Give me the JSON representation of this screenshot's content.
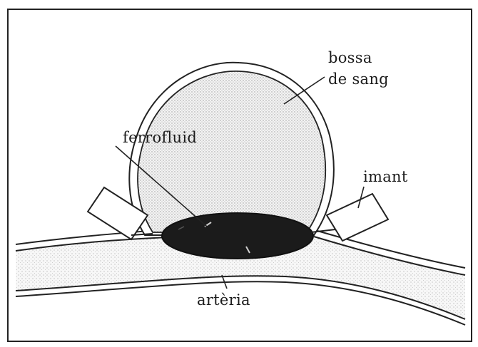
{
  "labels": {
    "ferrofluid": "ferrofluid",
    "blood_bag_line1": "bossa",
    "blood_bag_line2": "de sang",
    "magnet": "imant",
    "artery": "artèria"
  }
}
